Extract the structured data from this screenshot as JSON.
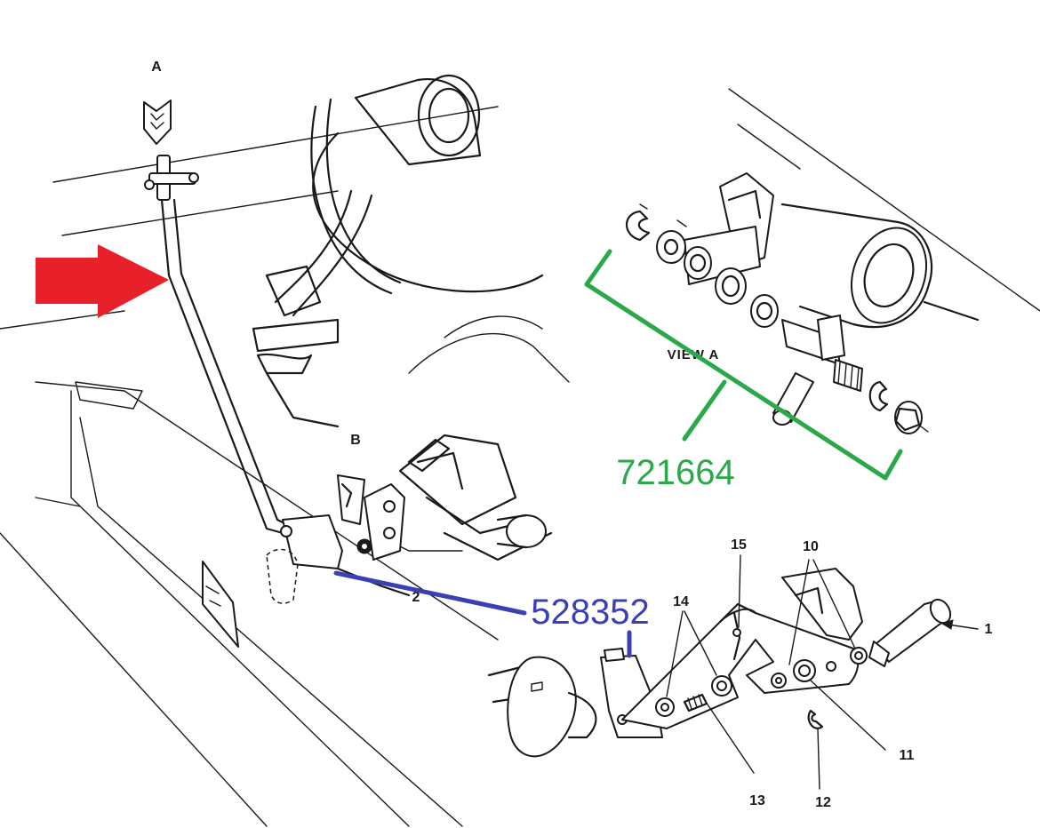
{
  "labels": {
    "view_marker_a": "A",
    "view_marker_b": "B",
    "view_a_caption": "VIEW A",
    "callout_1": "1",
    "callout_2": "2",
    "callout_10": "10",
    "callout_11": "11",
    "callout_12": "12",
    "callout_13": "13",
    "callout_14": "14",
    "callout_15": "15"
  },
  "part_numbers": {
    "green_part": "721664",
    "blue_part": "528352"
  },
  "colors": {
    "green_annotation": "#2aa84a",
    "blue_annotation": "#3b3fb4",
    "red_arrow": "#e8202a",
    "line_art": "#1a1a1a"
  }
}
